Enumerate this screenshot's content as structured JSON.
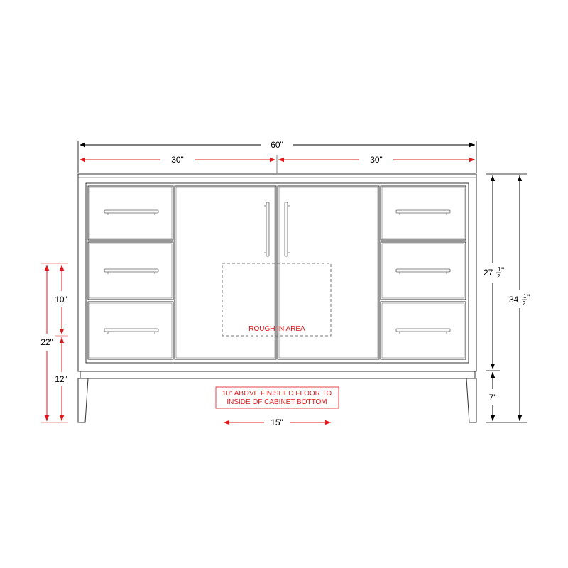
{
  "dimensions": {
    "overall_width": "60\"",
    "left_half_width": "30\"",
    "right_half_width": "30\"",
    "body_height_whole": "27",
    "total_height_whole": "34",
    "fraction_num": "1",
    "fraction_den": "2",
    "fraction_inch": "\"",
    "leg_height": "7\"",
    "rough_in_height_total": "22\"",
    "rough_in_upper": "10\"",
    "rough_in_lower": "12\"",
    "rough_in_width": "15\""
  },
  "labels": {
    "rough_in_area": "ROUGH IN AREA",
    "floor_note_line1": "10\" ABOVE FINISHED FLOOR TO",
    "floor_note_line2": "INSIDE OF CABINET BOTTOM"
  },
  "colors": {
    "outline": "#333333",
    "dimension_black": "#000000",
    "dimension_red": "#e0181b",
    "dashed": "#777777",
    "handle": "#666666"
  }
}
